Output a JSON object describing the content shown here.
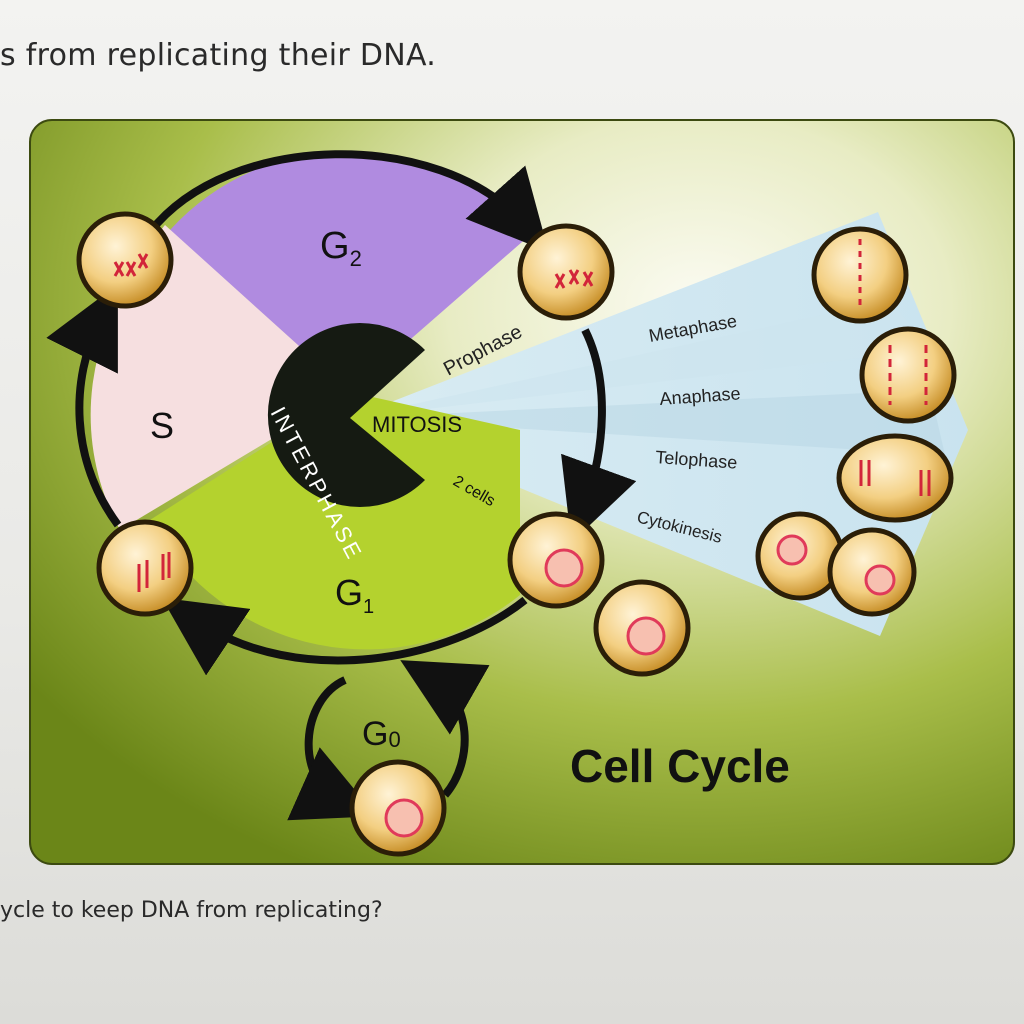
{
  "page": {
    "top_text": "s from replicating their DNA.",
    "bottom_text": "ycle to keep DNA from replicating?"
  },
  "diagram": {
    "title": "Cell Cycle",
    "phases": {
      "g2": "G",
      "g2_sub": "2",
      "s": "S",
      "g1": "G",
      "g1_sub": "1",
      "g0": "G",
      "g0_sub": "0",
      "interphase": "INTERPHASE",
      "mitosis": "MITOSIS"
    },
    "mitosis_stages": [
      "Prophase",
      "Metaphase",
      "Anaphase",
      "Telophase",
      "Cytokinesis"
    ],
    "two_cells_label": "2 cells",
    "colors": {
      "g2": "#b08be0",
      "s": "#f6dfe0",
      "g1": "#b4d22e",
      "center": "#151a12",
      "fan": "#bfe0ef",
      "cell": "#e8b648",
      "background_dark": "#6f8a1b",
      "background_light": "#f0f0d8"
    }
  }
}
